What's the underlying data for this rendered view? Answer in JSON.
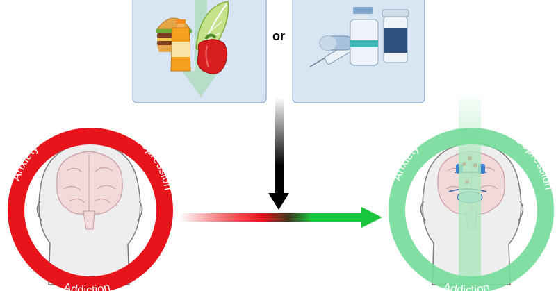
{
  "connector": {
    "or_label": "or"
  },
  "left_ring": {
    "labels": {
      "anxiety": "Anxiety",
      "depression": "Depression",
      "addiction": "Addiction"
    },
    "color": "#e8141b"
  },
  "right_ring": {
    "labels": {
      "anxiety": "Anxiety",
      "depression": "Depression",
      "addiction": "Addiction"
    },
    "color": "#74db9a"
  },
  "panels": {
    "fill": "#d8e6f3",
    "stroke": "#8ea9c4"
  },
  "arrows": {
    "down_color_top": "#ffffff",
    "down_color_bottom": "#000000",
    "gradient_start": "#e8141b",
    "gradient_end": "#19c53a"
  }
}
